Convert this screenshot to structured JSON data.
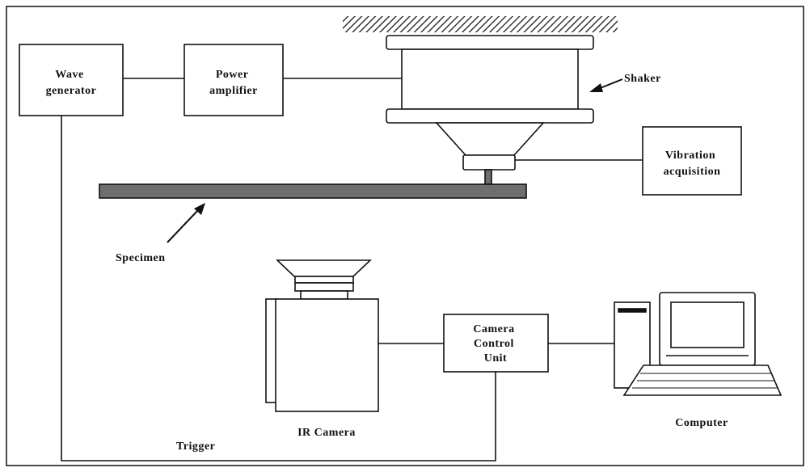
{
  "diagram": {
    "labels": {
      "wave_generator_line1": "Wave",
      "wave_generator_line2": "generator",
      "power_amplifier_line1": "Power",
      "power_amplifier_line2": "amplifier",
      "shaker": "Shaker",
      "vibration_acquisition_line1": "Vibration",
      "vibration_acquisition_line2": "acquisition",
      "specimen": "Specimen",
      "camera_control_unit_line1": "Camera",
      "camera_control_unit_line2": "Control",
      "camera_control_unit_line3": "Unit",
      "ir_camera": "IR Camera",
      "computer": "Computer",
      "trigger": "Trigger"
    },
    "colors": {
      "stroke": "#111111",
      "specimen_fill": "#6e6e6e",
      "screen_fill": "#ffffff"
    }
  }
}
